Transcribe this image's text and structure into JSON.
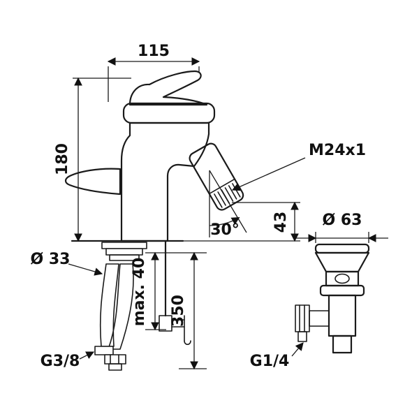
{
  "drawing": {
    "type": "technical-dimension-drawing",
    "subject": "single-lever bidet/basin mixer with pop-up waste",
    "colors": {
      "line": "#1a1a1a",
      "background": "#ffffff"
    },
    "labels": {
      "width": "115",
      "height": "180",
      "aerator_thread": "M24x1",
      "spout_height": "43",
      "spout_angle": "30°",
      "waste_diameter": "Ø 63",
      "mounting_hole": "Ø 33",
      "max_thickness": "max. 40",
      "rod_length": "350",
      "inlet_thread": "G3/8",
      "waste_thread": "G1/4"
    }
  }
}
